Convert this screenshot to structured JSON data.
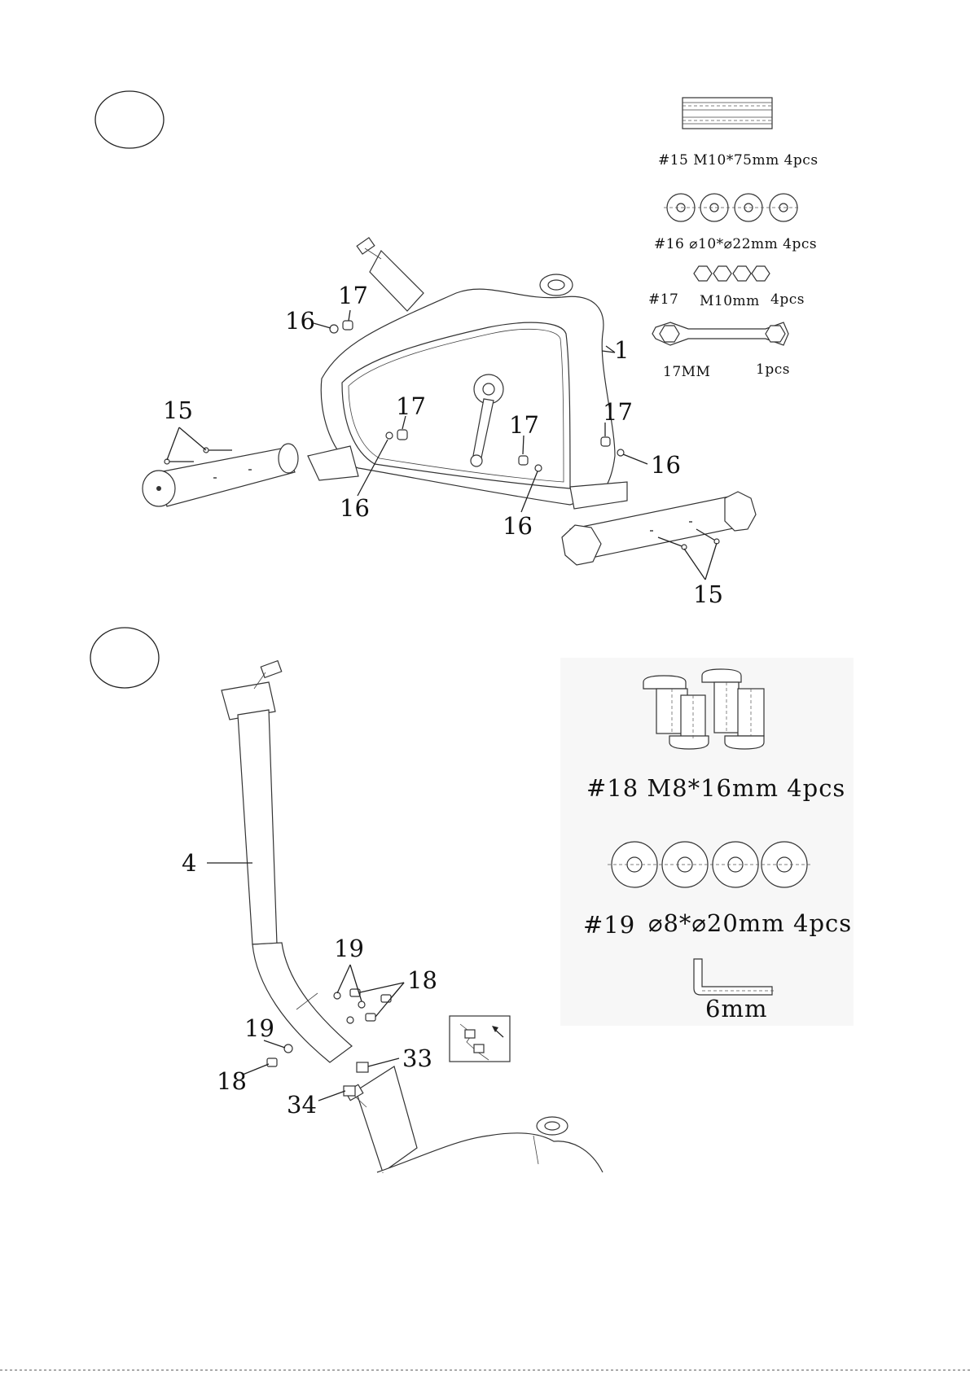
{
  "step1": {
    "callouts": {
      "frame": "1",
      "c17_top": "17",
      "c16_top": "16",
      "c15_left": "15",
      "c17_mid": "17",
      "c16_mid": "16",
      "c17_center": "17",
      "c16_center": "16",
      "c17_right": "17",
      "c16_right": "16",
      "c15_right": "15"
    },
    "hardware": {
      "bolt": "#15  M10*75mm   4pcs",
      "washer": "#16 ⌀10*⌀22mm 4pcs",
      "nut_id": "#17",
      "nut_size": "M10mm",
      "nut_qty": "4pcs",
      "wrench_size": "17MM",
      "wrench_qty": "1pcs"
    }
  },
  "step2": {
    "callouts": {
      "post": "4",
      "c19_top": "19",
      "c18_top": "18",
      "c19_left": "19",
      "c18_left": "18",
      "connector_33": "33",
      "connector_34": "34"
    },
    "hardware": {
      "bolt": "#18  M8*16mm 4pcs",
      "washer_id": "#19",
      "washer_spec": "⌀8*⌀20mm 4pcs",
      "allen_key": "6mm"
    }
  }
}
